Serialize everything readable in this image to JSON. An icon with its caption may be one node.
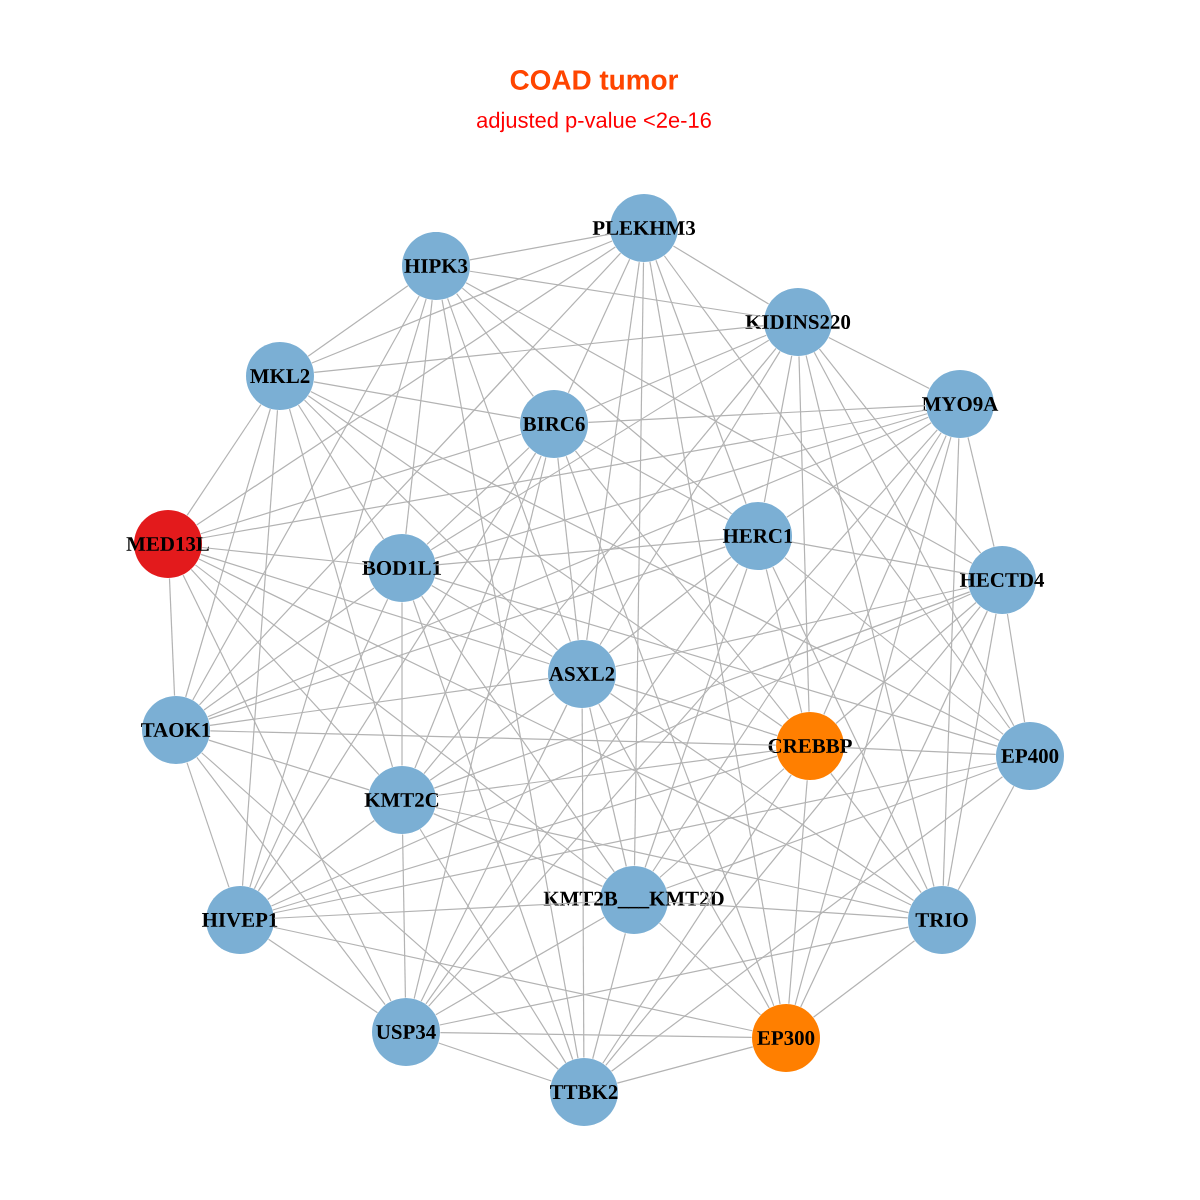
{
  "diagram": {
    "title": "COAD tumor",
    "caption": "adjusted p-value <2e-16",
    "nodes": [
      {
        "text": [
          "PLEKHM3"
        ]
      },
      {
        "text": [
          "HIPK3"
        ]
      },
      {
        "text": [
          "KIDINS220"
        ]
      },
      {
        "text": [
          "MKL2"
        ]
      },
      {
        "text": [
          "BIRC6"
        ]
      },
      {
        "text": [
          "MYO9A"
        ]
      },
      {
        "text": [
          "MED13L"
        ]
      },
      {
        "text": [
          "BOD1L1"
        ]
      },
      {
        "text": [
          "HERC1"
        ]
      },
      {
        "text": [
          "HECTD4"
        ]
      },
      {
        "text": [
          "ASXL2"
        ]
      },
      {
        "text": [
          "TAOK1"
        ]
      },
      {
        "text": [
          "CREBBP"
        ]
      },
      {
        "text": [
          "EP400"
        ]
      },
      {
        "text": [
          "KMT2C"
        ]
      },
      {
        "text": [
          "KMT2B___KMT2D"
        ]
      },
      {
        "text": [
          "HIVEP1"
        ]
      },
      {
        "text": [
          "TRIO"
        ]
      },
      {
        "text": [
          "USP34"
        ]
      },
      {
        "text": [
          "EP300"
        ]
      },
      {
        "text": [
          "TTBK2"
        ]
      }
    ],
    "edges": [
      {
        "from": 0,
        "to": 1,
        "arrow": "none"
      },
      {
        "from": 0,
        "to": 2,
        "arrow": "none"
      },
      {
        "from": 0,
        "to": 3,
        "arrow": "none"
      },
      {
        "from": 0,
        "to": 4,
        "arrow": "none"
      },
      {
        "from": 0,
        "to": 6,
        "arrow": "none"
      },
      {
        "from": 0,
        "to": 8,
        "arrow": "none"
      },
      {
        "from": 0,
        "to": 10,
        "arrow": "none"
      },
      {
        "from": 0,
        "to": 11,
        "arrow": "none"
      },
      {
        "from": 0,
        "to": 13,
        "arrow": "none"
      },
      {
        "from": 0,
        "to": 15,
        "arrow": "none"
      },
      {
        "from": 0,
        "to": 19,
        "arrow": "none"
      },
      {
        "from": 1,
        "to": 2,
        "arrow": "none"
      },
      {
        "from": 1,
        "to": 3,
        "arrow": "none"
      },
      {
        "from": 1,
        "to": 4,
        "arrow": "none"
      },
      {
        "from": 1,
        "to": 7,
        "arrow": "none"
      },
      {
        "from": 1,
        "to": 8,
        "arrow": "none"
      },
      {
        "from": 1,
        "to": 9,
        "arrow": "none"
      },
      {
        "from": 1,
        "to": 10,
        "arrow": "none"
      },
      {
        "from": 1,
        "to": 11,
        "arrow": "none"
      },
      {
        "from": 1,
        "to": 16,
        "arrow": "none"
      },
      {
        "from": 1,
        "to": 20,
        "arrow": "none"
      },
      {
        "from": 2,
        "to": 3,
        "arrow": "none"
      },
      {
        "from": 2,
        "to": 4,
        "arrow": "none"
      },
      {
        "from": 2,
        "to": 5,
        "arrow": "none"
      },
      {
        "from": 2,
        "to": 7,
        "arrow": "none"
      },
      {
        "from": 2,
        "to": 8,
        "arrow": "none"
      },
      {
        "from": 2,
        "to": 9,
        "arrow": "none"
      },
      {
        "from": 2,
        "to": 10,
        "arrow": "none"
      },
      {
        "from": 2,
        "to": 12,
        "arrow": "none"
      },
      {
        "from": 2,
        "to": 13,
        "arrow": "none"
      },
      {
        "from": 2,
        "to": 14,
        "arrow": "none"
      },
      {
        "from": 2,
        "to": 17,
        "arrow": "none"
      },
      {
        "from": 3,
        "to": 4,
        "arrow": "none"
      },
      {
        "from": 3,
        "to": 6,
        "arrow": "none"
      },
      {
        "from": 3,
        "to": 7,
        "arrow": "none"
      },
      {
        "from": 3,
        "to": 10,
        "arrow": "none"
      },
      {
        "from": 3,
        "to": 11,
        "arrow": "none"
      },
      {
        "from": 3,
        "to": 12,
        "arrow": "none"
      },
      {
        "from": 3,
        "to": 13,
        "arrow": "none"
      },
      {
        "from": 3,
        "to": 14,
        "arrow": "none"
      },
      {
        "from": 3,
        "to": 16,
        "arrow": "none"
      },
      {
        "from": 4,
        "to": 5,
        "arrow": "none"
      },
      {
        "from": 4,
        "to": 6,
        "arrow": "none"
      },
      {
        "from": 4,
        "to": 7,
        "arrow": "none"
      },
      {
        "from": 4,
        "to": 8,
        "arrow": "none"
      },
      {
        "from": 4,
        "to": 10,
        "arrow": "none"
      },
      {
        "from": 4,
        "to": 12,
        "arrow": "none"
      },
      {
        "from": 4,
        "to": 14,
        "arrow": "none"
      },
      {
        "from": 4,
        "to": 16,
        "arrow": "none"
      },
      {
        "from": 4,
        "to": 18,
        "arrow": "none"
      },
      {
        "from": 4,
        "to": 19,
        "arrow": "none"
      },
      {
        "from": 5,
        "to": 6,
        "arrow": "none"
      },
      {
        "from": 5,
        "to": 7,
        "arrow": "none"
      },
      {
        "from": 5,
        "to": 8,
        "arrow": "none"
      },
      {
        "from": 5,
        "to": 9,
        "arrow": "none"
      },
      {
        "from": 5,
        "to": 11,
        "arrow": "none"
      },
      {
        "from": 5,
        "to": 12,
        "arrow": "none"
      },
      {
        "from": 5,
        "to": 15,
        "arrow": "none"
      },
      {
        "from": 5,
        "to": 17,
        "arrow": "none"
      },
      {
        "from": 5,
        "to": 18,
        "arrow": "none"
      },
      {
        "from": 5,
        "to": 19,
        "arrow": "none"
      },
      {
        "from": 6,
        "to": 7,
        "arrow": "none"
      },
      {
        "from": 6,
        "to": 10,
        "arrow": "none"
      },
      {
        "from": 6,
        "to": 11,
        "arrow": "none"
      },
      {
        "from": 6,
        "to": 14,
        "arrow": "none"
      },
      {
        "from": 6,
        "to": 15,
        "arrow": "none"
      },
      {
        "from": 6,
        "to": 17,
        "arrow": "none"
      },
      {
        "from": 6,
        "to": 18,
        "arrow": "none"
      },
      {
        "from": 7,
        "to": 8,
        "arrow": "none"
      },
      {
        "from": 7,
        "to": 10,
        "arrow": "none"
      },
      {
        "from": 7,
        "to": 11,
        "arrow": "none"
      },
      {
        "from": 7,
        "to": 13,
        "arrow": "none"
      },
      {
        "from": 7,
        "to": 14,
        "arrow": "none"
      },
      {
        "from": 7,
        "to": 15,
        "arrow": "none"
      },
      {
        "from": 7,
        "to": 16,
        "arrow": "none"
      },
      {
        "from": 7,
        "to": 20,
        "arrow": "none"
      },
      {
        "from": 8,
        "to": 9,
        "arrow": "none"
      },
      {
        "from": 8,
        "to": 10,
        "arrow": "none"
      },
      {
        "from": 8,
        "to": 11,
        "arrow": "none"
      },
      {
        "from": 8,
        "to": 12,
        "arrow": "none"
      },
      {
        "from": 8,
        "to": 13,
        "arrow": "none"
      },
      {
        "from": 8,
        "to": 15,
        "arrow": "none"
      },
      {
        "from": 8,
        "to": 17,
        "arrow": "none"
      },
      {
        "from": 8,
        "to": 18,
        "arrow": "none"
      },
      {
        "from": 9,
        "to": 10,
        "arrow": "none"
      },
      {
        "from": 9,
        "to": 12,
        "arrow": "none"
      },
      {
        "from": 9,
        "to": 13,
        "arrow": "none"
      },
      {
        "from": 9,
        "to": 14,
        "arrow": "none"
      },
      {
        "from": 9,
        "to": 16,
        "arrow": "none"
      },
      {
        "from": 9,
        "to": 17,
        "arrow": "none"
      },
      {
        "from": 9,
        "to": 19,
        "arrow": "none"
      },
      {
        "from": 9,
        "to": 20,
        "arrow": "none"
      },
      {
        "from": 10,
        "to": 11,
        "arrow": "none"
      },
      {
        "from": 10,
        "to": 12,
        "arrow": "none"
      },
      {
        "from": 10,
        "to": 14,
        "arrow": "none"
      },
      {
        "from": 10,
        "to": 15,
        "arrow": "none"
      },
      {
        "from": 10,
        "to": 17,
        "arrow": "none"
      },
      {
        "from": 10,
        "to": 18,
        "arrow": "none"
      },
      {
        "from": 10,
        "to": 19,
        "arrow": "none"
      },
      {
        "from": 10,
        "to": 20,
        "arrow": "none"
      },
      {
        "from": 11,
        "to": 12,
        "arrow": "none"
      },
      {
        "from": 11,
        "to": 14,
        "arrow": "none"
      },
      {
        "from": 11,
        "to": 16,
        "arrow": "none"
      },
      {
        "from": 11,
        "to": 18,
        "arrow": "none"
      },
      {
        "from": 11,
        "to": 20,
        "arrow": "none"
      },
      {
        "from": 12,
        "to": 13,
        "arrow": "none"
      },
      {
        "from": 12,
        "to": 14,
        "arrow": "none"
      },
      {
        "from": 12,
        "to": 15,
        "arrow": "none"
      },
      {
        "from": 12,
        "to": 16,
        "arrow": "none"
      },
      {
        "from": 12,
        "to": 17,
        "arrow": "none"
      },
      {
        "from": 12,
        "to": 19,
        "arrow": "none"
      },
      {
        "from": 12,
        "to": 20,
        "arrow": "none"
      },
      {
        "from": 13,
        "to": 15,
        "arrow": "none"
      },
      {
        "from": 13,
        "to": 16,
        "arrow": "none"
      },
      {
        "from": 13,
        "to": 17,
        "arrow": "none"
      },
      {
        "from": 13,
        "to": 20,
        "arrow": "none"
      },
      {
        "from": 14,
        "to": 15,
        "arrow": "none"
      },
      {
        "from": 14,
        "to": 16,
        "arrow": "none"
      },
      {
        "from": 14,
        "to": 17,
        "arrow": "none"
      },
      {
        "from": 14,
        "to": 18,
        "arrow": "none"
      },
      {
        "from": 14,
        "to": 20,
        "arrow": "none"
      },
      {
        "from": 15,
        "to": 16,
        "arrow": "none"
      },
      {
        "from": 15,
        "to": 17,
        "arrow": "none"
      },
      {
        "from": 15,
        "to": 18,
        "arrow": "none"
      },
      {
        "from": 15,
        "to": 19,
        "arrow": "none"
      },
      {
        "from": 15,
        "to": 20,
        "arrow": "none"
      },
      {
        "from": 16,
        "to": 18,
        "arrow": "none"
      },
      {
        "from": 16,
        "to": 19,
        "arrow": "none"
      },
      {
        "from": 17,
        "to": 18,
        "arrow": "none"
      },
      {
        "from": 17,
        "to": 19,
        "arrow": "none"
      },
      {
        "from": 18,
        "to": 19,
        "arrow": "none"
      },
      {
        "from": 18,
        "to": 20,
        "arrow": "none"
      },
      {
        "from": 19,
        "to": 20,
        "arrow": "none"
      }
    ]
  }
}
